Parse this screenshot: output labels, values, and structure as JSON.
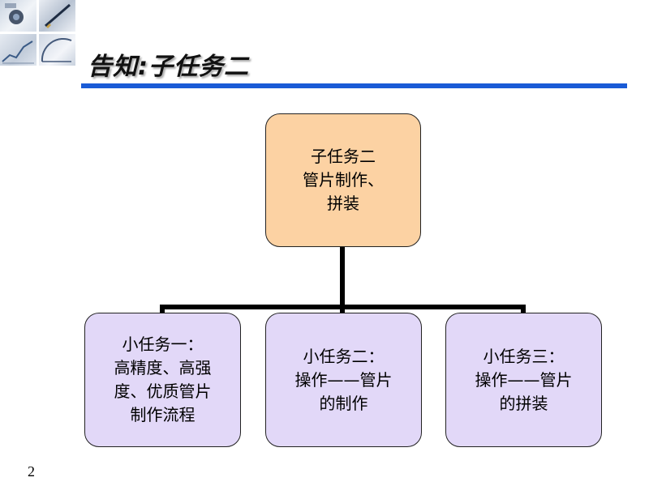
{
  "slide": {
    "title": "告知:子任务二",
    "page_number": "2"
  },
  "diagram": {
    "root": {
      "label": "子任务二\n管片制作、\n拼装"
    },
    "children": [
      {
        "label": "小任务一：\n高精度、高强\n度、优质管片\n制作流程"
      },
      {
        "label": "小任务二：\n操作——管片\n的制作"
      },
      {
        "label": "小任务三：\n操作——管片\n的拼装"
      }
    ]
  },
  "colors": {
    "title_rule": "#1a5bd6",
    "root_fill": "#fcd2a3",
    "child_fill": "#e2d8f8",
    "connector": "#000000"
  },
  "decorations": {
    "header_tiles": [
      "camera-tile-icon",
      "pen-tile-icon",
      "chart-tile-icon",
      "drafting-tile-icon"
    ]
  }
}
